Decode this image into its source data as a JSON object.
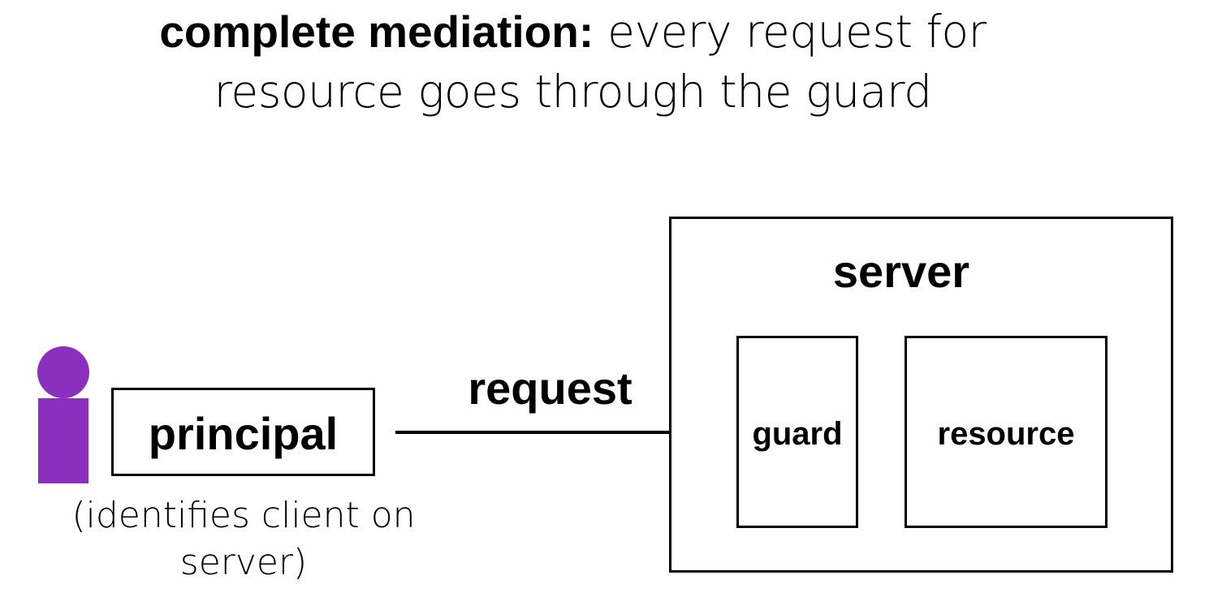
{
  "title": {
    "bold": "complete mediation:",
    "line1_rest": "every request for",
    "line2": "resource goes through the guard"
  },
  "principal": {
    "label": "principal",
    "caption_line1": "(identifies client on",
    "caption_line2": "server)"
  },
  "request": {
    "label": "request"
  },
  "server": {
    "label": "server",
    "guard_label": "guard",
    "resource_label": "resource"
  },
  "colors": {
    "person": "#8b2fbe",
    "stroke": "#000000",
    "background": "#ffffff"
  },
  "icons": {
    "person": "person-icon",
    "arrow": "arrow-right-icon"
  }
}
